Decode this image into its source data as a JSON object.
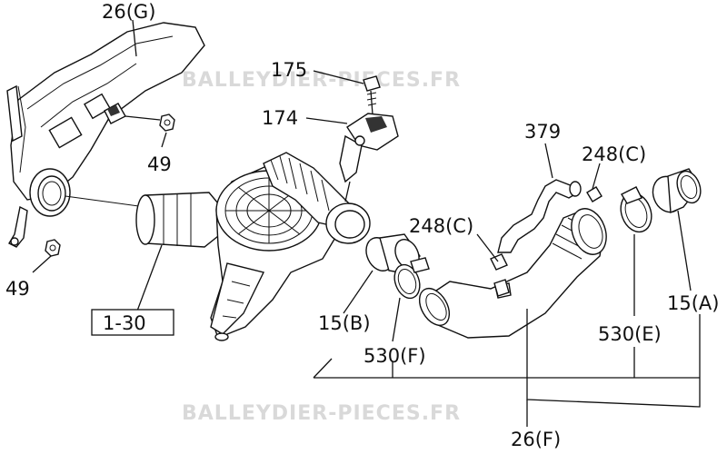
{
  "watermark": "BALLEYDIER-PIECES.FR",
  "labels": {
    "l_26g": "26(G)",
    "l_175": "175",
    "l_174": "174",
    "l_49_top": "49",
    "l_49_bottom": "49",
    "l_1_30": "1-30",
    "l_379": "379",
    "l_248c_top": "248(C)",
    "l_248c_mid": "248(C)",
    "l_15b": "15(B)",
    "l_530f": "530(F)",
    "l_530e": "530(E)",
    "l_15a": "15(A)",
    "l_26f": "26(F)"
  }
}
